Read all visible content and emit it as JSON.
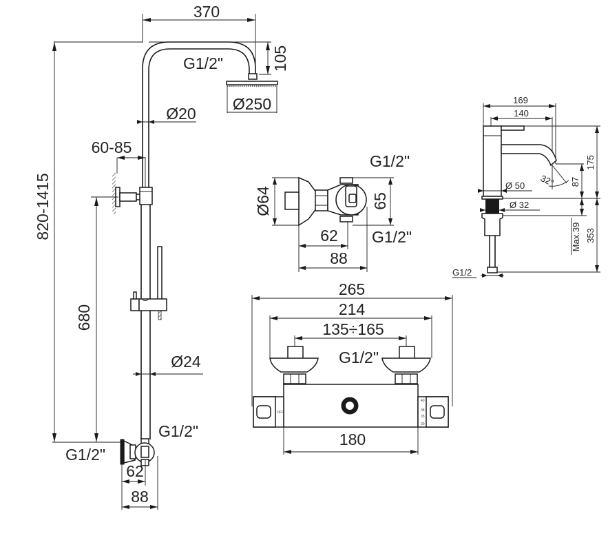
{
  "title": "Shower set, mixers and basin tap technical dimension drawing",
  "shower_column": {
    "arm_reach": "370",
    "arm_drop": "105",
    "arm_connection": "G1/2\"",
    "head_diameter": "Ø250",
    "pipe_diameter": "Ø20",
    "wall_offset": "60-85",
    "total_height": "820-1415",
    "bracket_height": "680",
    "rail_diameter": "Ø24",
    "inlet_top": "G1/2\"",
    "inlet_wall": "G1/2\"",
    "mixer_depth_inner": "62",
    "mixer_depth_outer": "88"
  },
  "wall_mixer_top_view": {
    "outlet_top": "G1/2\"",
    "outlet_bottom": "G1/2\"",
    "rosette_diameter": "Ø64",
    "height": "65",
    "depth_inner": "62",
    "depth_outer": "88"
  },
  "thermostatic_mixer": {
    "overall_width": "265",
    "inlet_spread": "214",
    "center_distance": "135÷165",
    "connection": "G1/2\"",
    "body_width": "180",
    "left_dial_label": "OFF",
    "right_scale": [
      "40",
      "38",
      "35",
      "30"
    ]
  },
  "basin_tap": {
    "overall_reach": "169",
    "spout_reach": "140",
    "total_height": "175",
    "spout_height": "87",
    "spout_angle": "32°",
    "body_diameter": "Ø 50",
    "shank_diameter": "Ø 32",
    "max_deck_thickness": "Max.39",
    "hose_length": "353",
    "connection": "G1/2"
  }
}
